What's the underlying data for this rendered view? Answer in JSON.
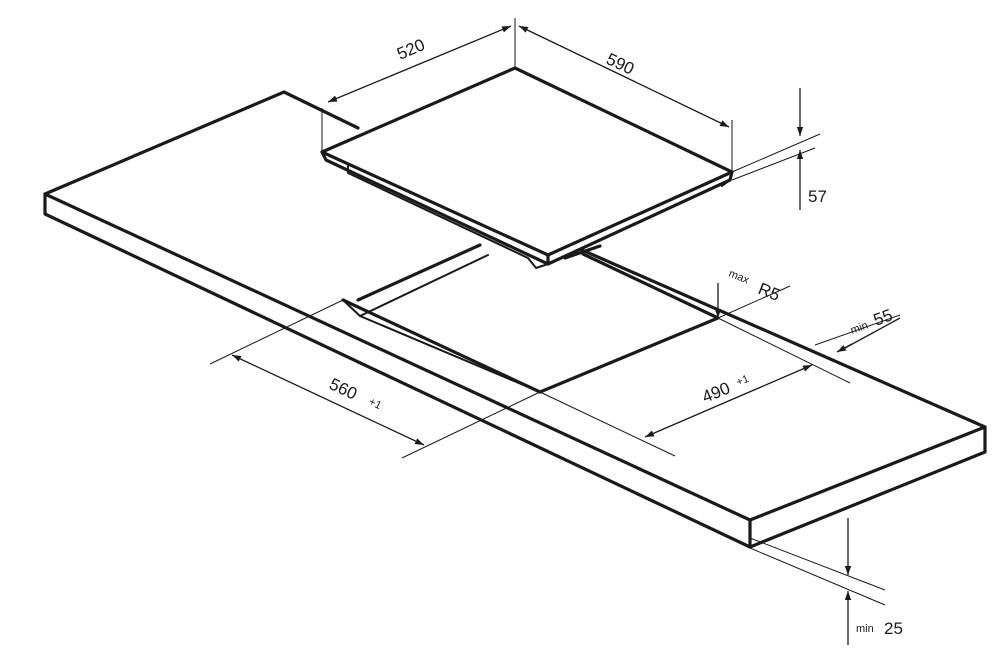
{
  "dimensions": {
    "hob_depth": "520",
    "hob_width": "590",
    "hob_height": "57",
    "corner_radius_prefix": "max",
    "corner_radius": "R5",
    "front_edge_prefix": "min",
    "front_edge": "55",
    "cutout_width": "560",
    "cutout_width_tol": "+1",
    "cutout_depth": "490",
    "cutout_depth_tol": "+1",
    "worktop_thickness_prefix": "min",
    "worktop_thickness": "25"
  }
}
